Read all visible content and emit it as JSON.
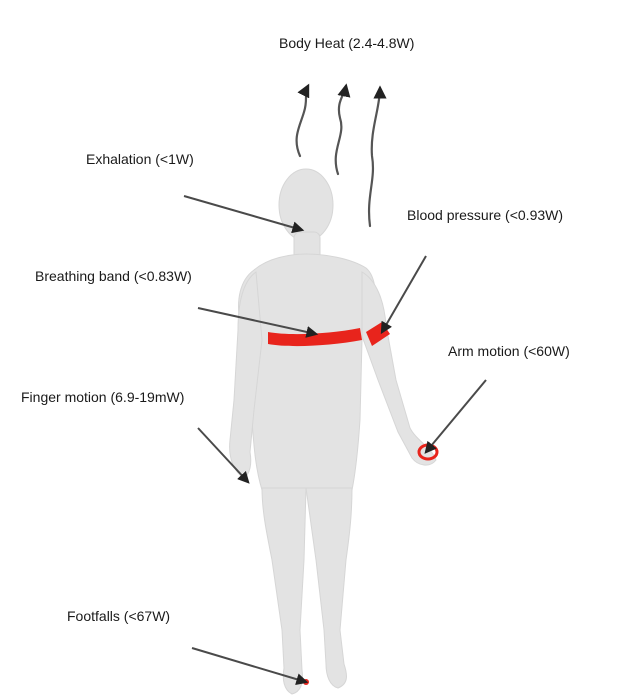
{
  "labels": {
    "body_heat": "Body Heat (2.4-4.8W)",
    "exhalation": "Exhalation (<1W)",
    "blood_pressure": "Blood pressure (<0.93W)",
    "breathing_band": "Breathing band (<0.83W)",
    "arm_motion": "Arm motion (<60W)",
    "finger_motion": "Finger motion (6.9-19mW)",
    "footfalls": "Footfalls (<67W)"
  },
  "colors": {
    "body": "#e3e3e3",
    "body_outline": "#d2d2d2",
    "band": "#e8241c",
    "arrow": "#4a4a4a",
    "text": "#1a1a1a"
  }
}
